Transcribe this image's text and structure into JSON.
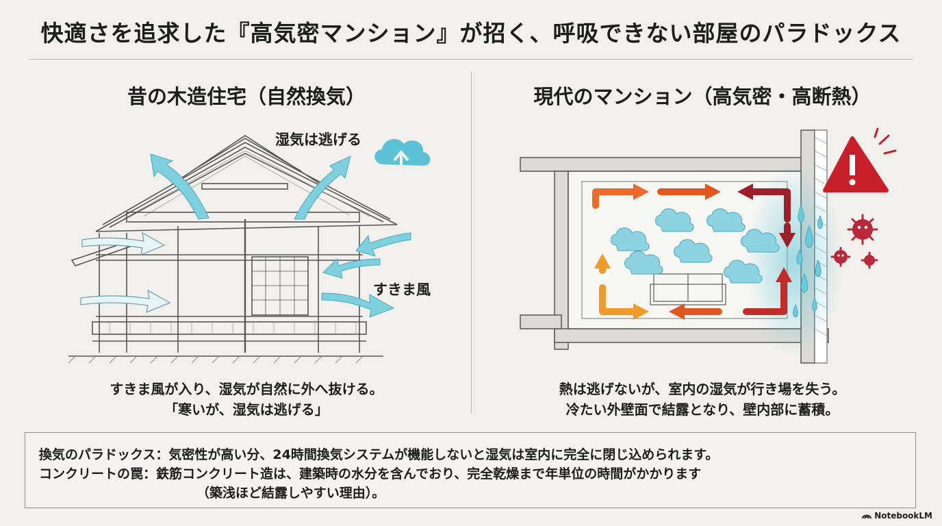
{
  "title": "快適さを追求した『高気密マンション』が招く、呼吸できない部屋のパラドックス",
  "left": {
    "heading": "昔の木造住宅（自然換気）",
    "label_humidity": "湿気は逃げる",
    "label_draft": "すきま風",
    "caption_lines": [
      "すきま風が入り、湿気が自然に外へ抜ける。",
      "「寒いが、湿気は逃げる」"
    ]
  },
  "right": {
    "heading": "現代のマンション（高気密・高断熱）",
    "caption_lines": [
      "熱は逃げないが、室内の湿気が行き場を失う。",
      "冷たい外壁面で結露となり、壁内部に蓄積。"
    ]
  },
  "note": {
    "line1": "換気のパラドックス：気密性が高い分、24時間換気システムが機能しないと湿気は室内に完全に閉じ込められます。",
    "line2": "コンクリートの罠：鉄筋コンクリート造は、建築時の水分を含んでおり、完全乾燥まで年単位の時間がかかります",
    "line3": "（築浅ほど結露しやすい理由）。"
  },
  "brand": "NotebookLM",
  "colors": {
    "air": "#5cc3d6",
    "hot": "#e2561f",
    "warm": "#f09a2a",
    "dark_red": "#9c1f2a",
    "warning": "#c8202a"
  }
}
